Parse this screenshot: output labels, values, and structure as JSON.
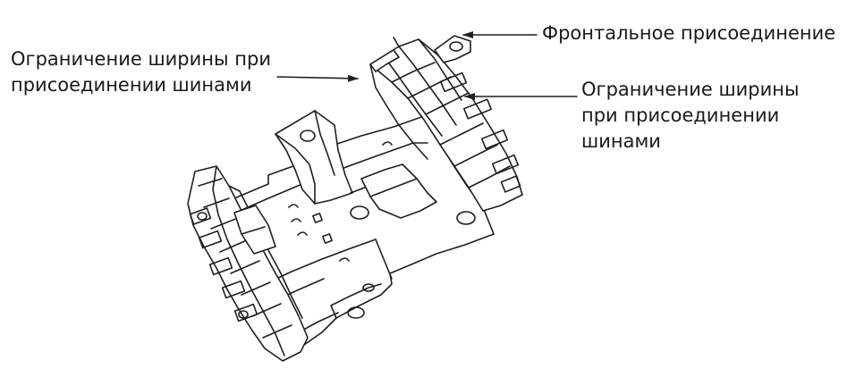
{
  "labels": {
    "front": [
      "Фронтальное присоединение"
    ],
    "left": [
      "Ограничение ширины при",
      "присоединении шинами"
    ],
    "right": [
      "Ограничение ширины",
      "при присоединении",
      "шинами"
    ]
  },
  "colors": {
    "line": "#1f1f1f",
    "fill": "#ffffff",
    "text": "#1a1a1a"
  }
}
